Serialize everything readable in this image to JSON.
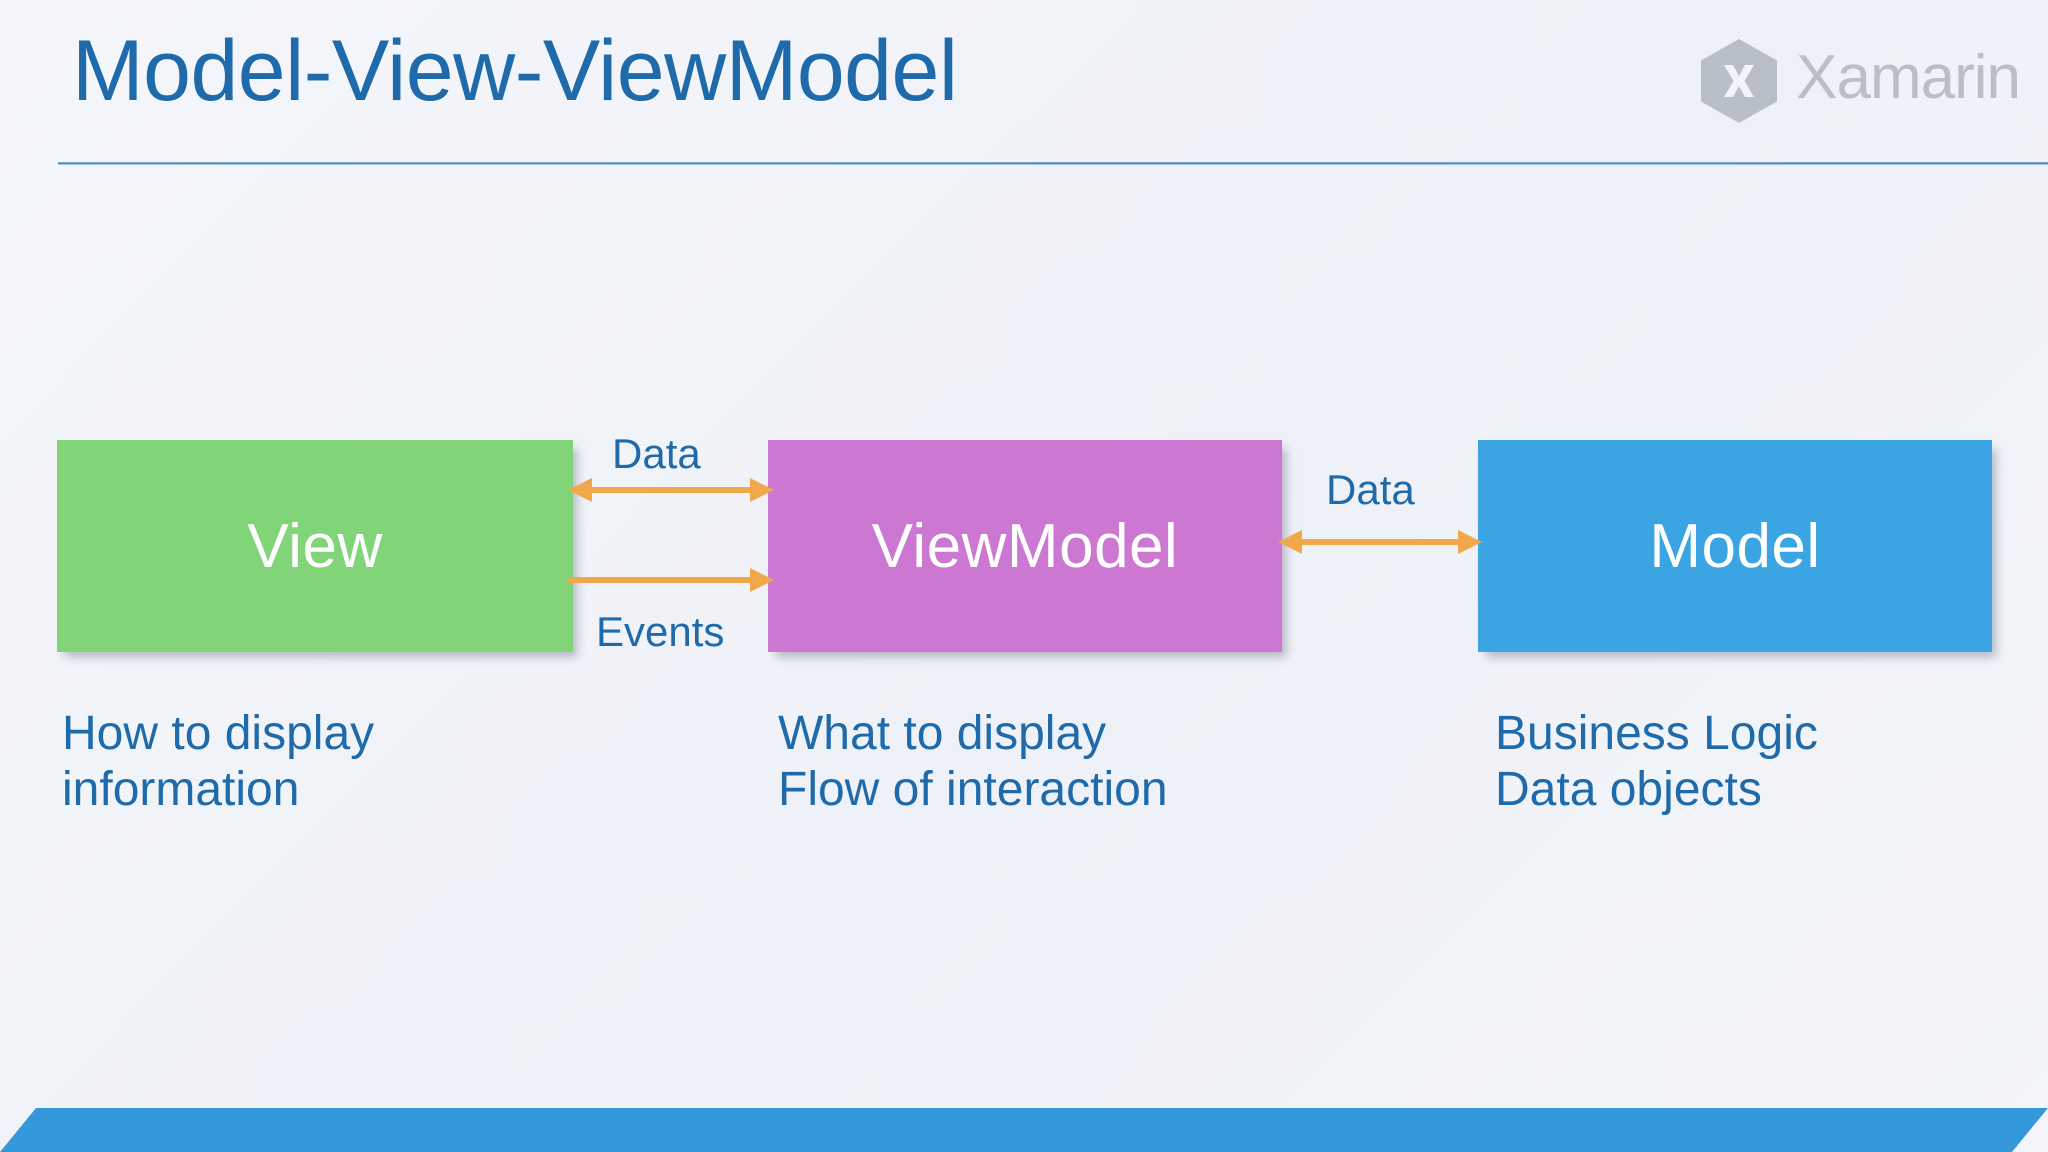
{
  "slide": {
    "title": "Model-View-ViewModel",
    "background_color": "#f2f4f9",
    "title_color": "#1f6aab",
    "footer_bar_color": "#3498db"
  },
  "brand": {
    "name": "Xamarin",
    "mark_letter": "X",
    "mark_color": "#b9bfc9",
    "wordmark_color": "#b9bfc9"
  },
  "diagram": {
    "nodes": [
      {
        "id": "view",
        "label": "View",
        "color": "#81d478",
        "caption": "How to display\ninformation"
      },
      {
        "id": "viewmodel",
        "label": "ViewModel",
        "color": "#cc77d2",
        "caption": "What to display\nFlow of interaction"
      },
      {
        "id": "model",
        "label": "Model",
        "color": "#3ba5e3",
        "caption": "Business Logic\nData objects"
      }
    ],
    "arrows": [
      {
        "id": "data-view-viewmodel",
        "label": "Data",
        "from": "view",
        "to": "viewmodel",
        "direction": "both",
        "color": "#f0a84a"
      },
      {
        "id": "events-view-viewmodel",
        "label": "Events",
        "from": "view",
        "to": "viewmodel",
        "direction": "right",
        "color": "#f0a84a"
      },
      {
        "id": "data-viewmodel-model",
        "label": "Data",
        "from": "viewmodel",
        "to": "model",
        "direction": "both",
        "color": "#f0a84a"
      }
    ]
  }
}
